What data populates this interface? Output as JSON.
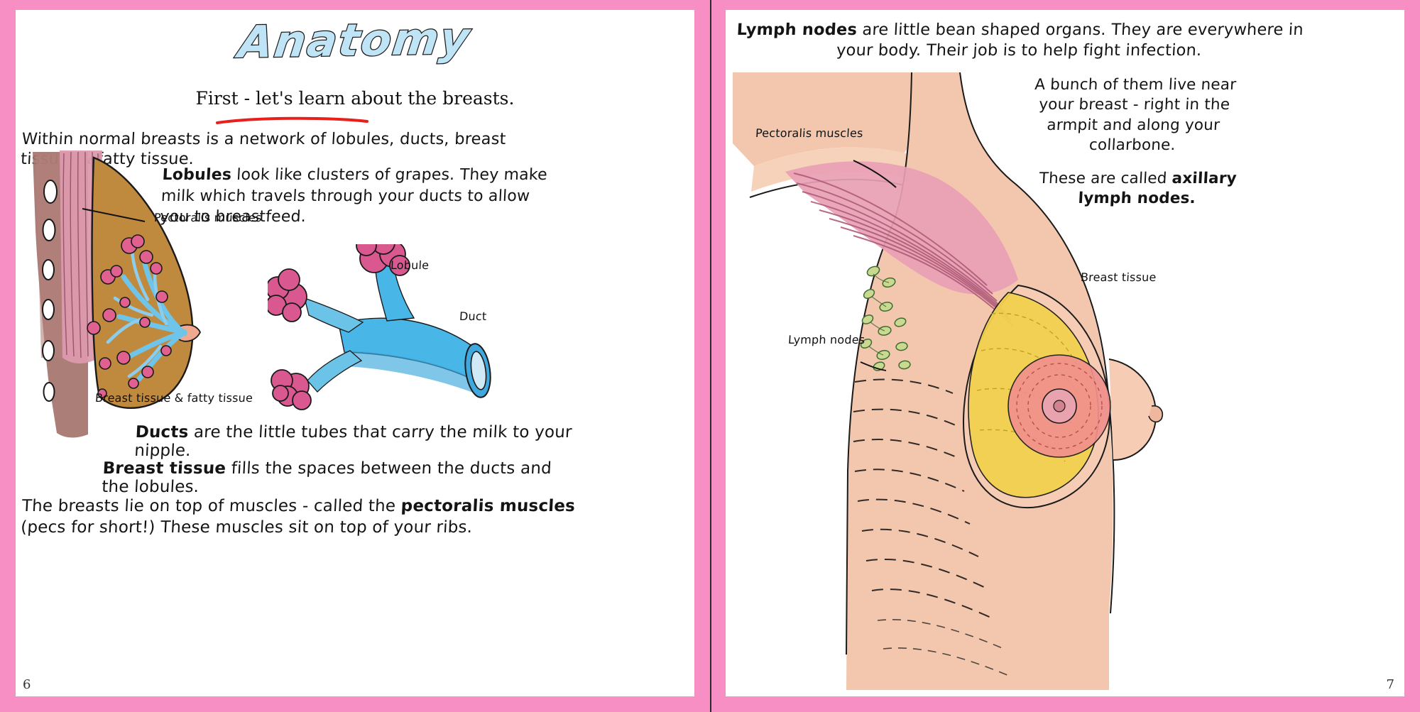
{
  "colors": {
    "border_pink": "#f78fc4",
    "page_white": "#ffffff",
    "title_fill": "#bfe4f5",
    "title_outline": "#1a1a1a",
    "underline_red": "#e8201c",
    "duct_blue": "#49b6e8",
    "lobule_pink": "#d9588f",
    "breast_brown": "#c08a3e",
    "muscle_pink": "#dd9aae",
    "skin_peach": "#f3c7ad",
    "fat_yellow": "#f2d14e",
    "ink_black": "#141414"
  },
  "left_page": {
    "title": "Anatomy",
    "subtitle": "First - let's learn about the breasts.",
    "intro": "Within normal breasts is a network of lobules, ducts, breast tissue, & fatty tissue.",
    "lobules_paragraph": {
      "bold_lead": "Lobules",
      "rest": " look like clusters of grapes.  They make milk which travels through your ducts to allow you to breastfeed."
    },
    "labels": {
      "pectoralis": "Pectoralis muscles",
      "breast_fatty": "Breast tissue & fatty tissue",
      "lobule": "Lobule",
      "duct": "Duct"
    },
    "ducts_paragraph": {
      "bold_lead": "Ducts",
      "rest": " are the little tubes that carry the milk to your nipple."
    },
    "breast_tissue_paragraph": {
      "bold_lead": "Breast tissue",
      "rest": " fills the spaces between the ducts and the lobules."
    },
    "pecs_paragraph": {
      "part1": "The breasts lie on top of muscles - called the ",
      "bold": "pectoralis muscles",
      "part2": " (pecs for short!) These muscles sit on top of your ribs."
    },
    "page_number": "6"
  },
  "right_page": {
    "lymph_intro": {
      "bold_lead": "Lymph nodes",
      "rest": " are little bean shaped organs.  They are everywhere in your body.  Their job is to help fight infection."
    },
    "bunch_paragraph": "A bunch of them live near your breast - right in the armpit and along your collarbone.",
    "axillary_paragraph": {
      "part1": "These are called ",
      "bold": "axillary lymph nodes."
    },
    "labels": {
      "pectoralis": "Pectoralis muscles",
      "lymph_nodes": "Lymph nodes",
      "breast_tissue": "Breast tissue"
    },
    "page_number": "7"
  }
}
